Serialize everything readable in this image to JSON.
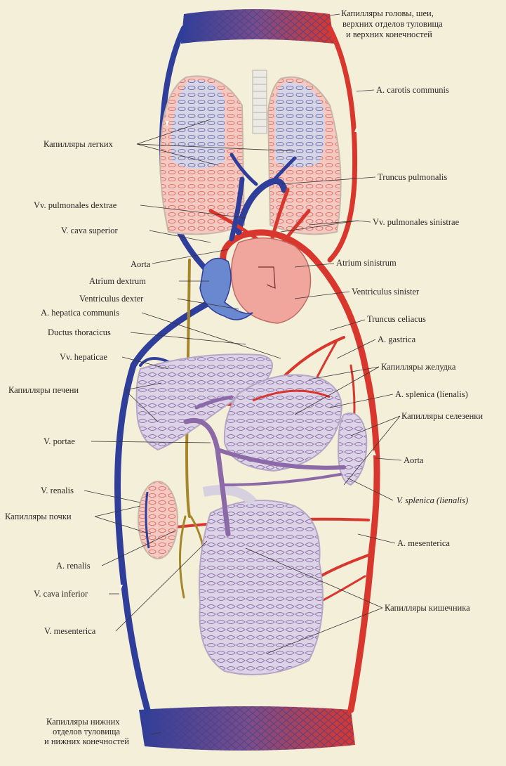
{
  "colors": {
    "background": "#f3efd9",
    "arterial": "#e0352b",
    "venous": "#2e3e9a",
    "portal": "#8c6aa8",
    "lymph": "#a5862a",
    "organ_pink": "#f0c8c4",
    "organ_lilac": "#cbbfdc"
  },
  "labels": {
    "cap_head_1": "Капилляры головы, шеи,",
    "cap_head_2": "верхних отделов туловища",
    "cap_head_3": "и верхних конечностей",
    "carotis": "A. carotis communis",
    "cap_lungs": "Капилляры легких",
    "truncus_pulm": "Truncus pulmonalis",
    "vv_pulm_dex": "Vv. pulmonales dextrae",
    "vv_pulm_sin": "Vv. pulmonales sinistrae",
    "vena_cava_sup": "V. cava superior",
    "aorta_top": "Aorta",
    "atrium_sin": "Atrium sinistrum",
    "atrium_dex": "Atrium dextrum",
    "ventr_dex": "Ventriculus dexter",
    "ventr_sin": "Ventriculus sinister",
    "hepatica": "A. hepatica communis",
    "truncus_celiacus": "Truncus celiacus",
    "ductus": "Ductus thoracicus",
    "gastrica": "A. gastrica",
    "vv_hepaticae": "Vv. hepaticae",
    "cap_stomach": "Капилляры желудка",
    "cap_liver": "Капилляры печени",
    "splenica_a": "A. splenica (lienalis)",
    "cap_spleen": "Капилляры селезенки",
    "portae": "V. portae",
    "aorta_bottom": "Aorta",
    "renalis_v": "V. renalis",
    "splenica_v": "V. splenica (lienalis)",
    "cap_kidney": "Капилляры почки",
    "mesenterica_a": "A. mesenterica",
    "renalis_a": "A. renalis",
    "vena_cava_inf": "V. cava inferior",
    "cap_intestine": "Капилляры кишечника",
    "mesenterica_v": "V. mesenterica",
    "cap_lower_1": "Капилляры нижних",
    "cap_lower_2": "отделов туловища",
    "cap_lower_3": "и нижних конечностей"
  }
}
